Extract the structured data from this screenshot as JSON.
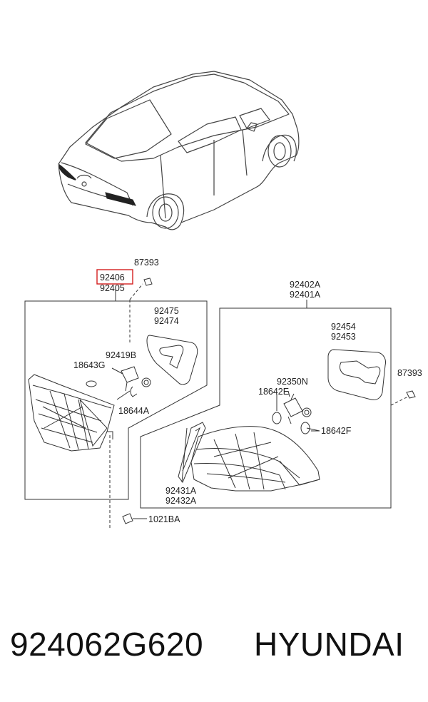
{
  "diagram": {
    "highlighted_part": "92406",
    "labels": {
      "p87393_a": "87393",
      "p92406": "92406",
      "p92405": "92405",
      "p92475": "92475",
      "p92474": "92474",
      "p92419B": "92419B",
      "p18643G": "18643G",
      "p18644A": "18644A",
      "p92402A": "92402A",
      "p92401A": "92401A",
      "p92454": "92454",
      "p92453": "92453",
      "p87393_b": "87393",
      "p92350N": "92350N",
      "p18642E": "18642E",
      "p18642F": "18642F",
      "p92431A": "92431A",
      "p92432A": "92432A",
      "p1021BA": "1021BA"
    }
  },
  "caption": {
    "part_code": "924062G620",
    "brand": "HYUNDAI"
  },
  "colors": {
    "highlight": "#d42020",
    "line": "#333333"
  }
}
